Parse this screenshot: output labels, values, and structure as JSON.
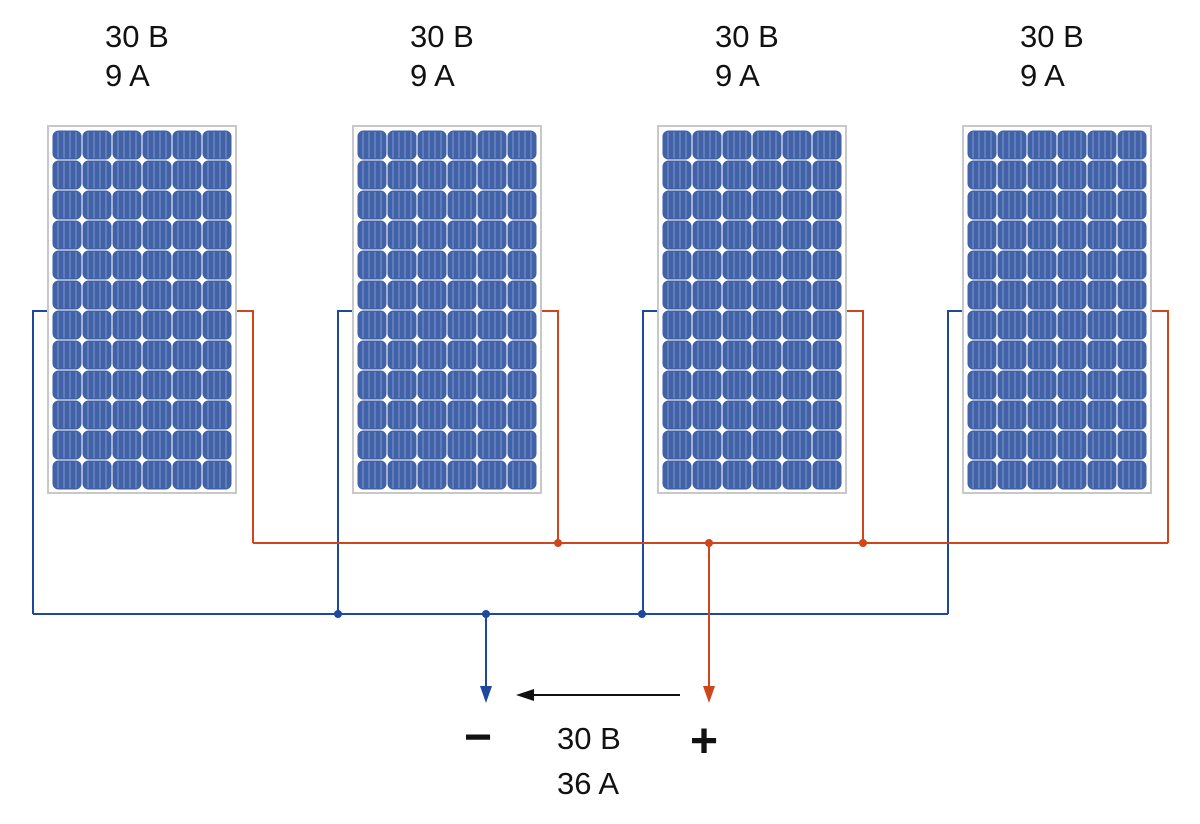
{
  "panels": [
    {
      "voltage": "30 B",
      "current": "9 A"
    },
    {
      "voltage": "30 B",
      "current": "9 A"
    },
    {
      "voltage": "30 B",
      "current": "9 A"
    },
    {
      "voltage": "30 B",
      "current": "9 A"
    }
  ],
  "output": {
    "negative": "−",
    "positive": "+",
    "voltage": "30 B",
    "current": "36 A"
  },
  "colors": {
    "negative_wire": "#1e479e",
    "positive_wire": "#d0461b",
    "cell": "#4262a8",
    "frame": "#c8c8c8"
  }
}
